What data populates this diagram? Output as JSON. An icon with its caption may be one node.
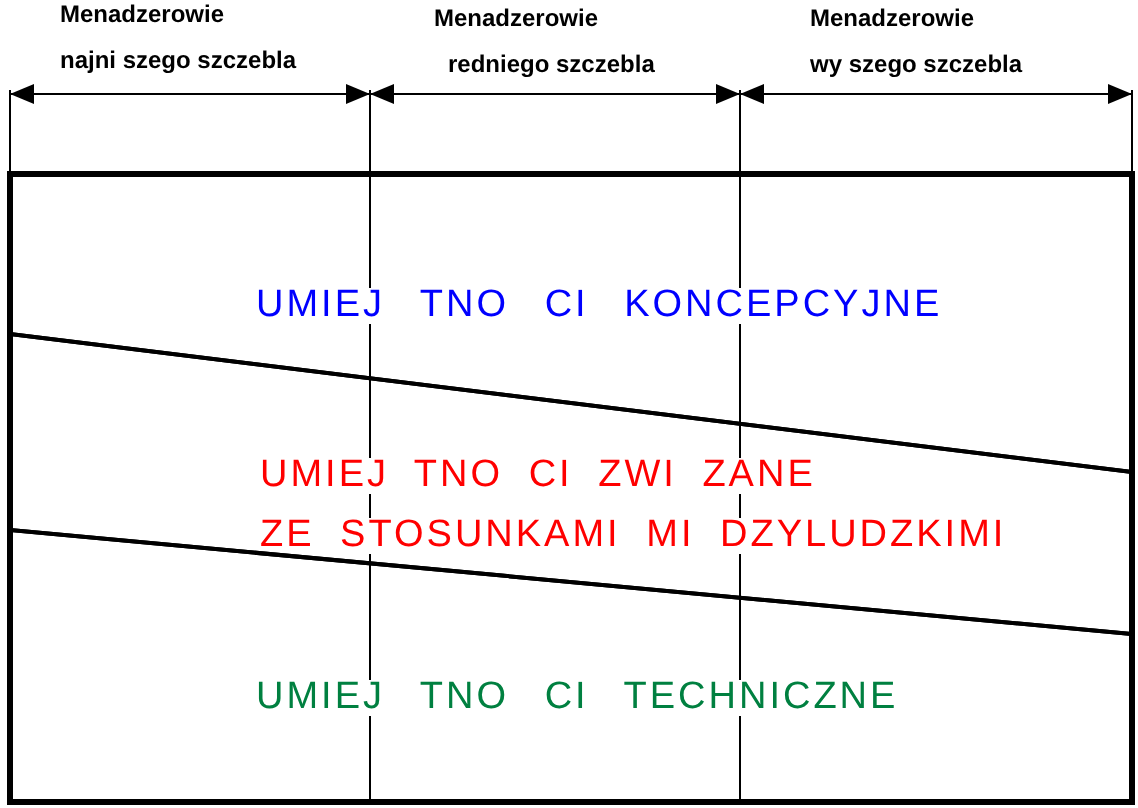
{
  "diagram": {
    "nodes": [
      {
        "text": [
          "UMIEJ TNO CI KONCEPCYJNE"
        ]
      },
      {
        "text": [
          "UMIEJ TNO CI ZWI ZANE ZE STOSUNKAMI MI DZYLUDZKIMI"
        ]
      },
      {
        "text": [
          "UMIEJ TNO CI TECHNICZNE"
        ]
      }
    ],
    "labels": [
      "Menadzerowie najni szego szczebla",
      "Menadzerowie redniego szczebla",
      "Menadzerowie wy szego szczebla"
    ]
  }
}
